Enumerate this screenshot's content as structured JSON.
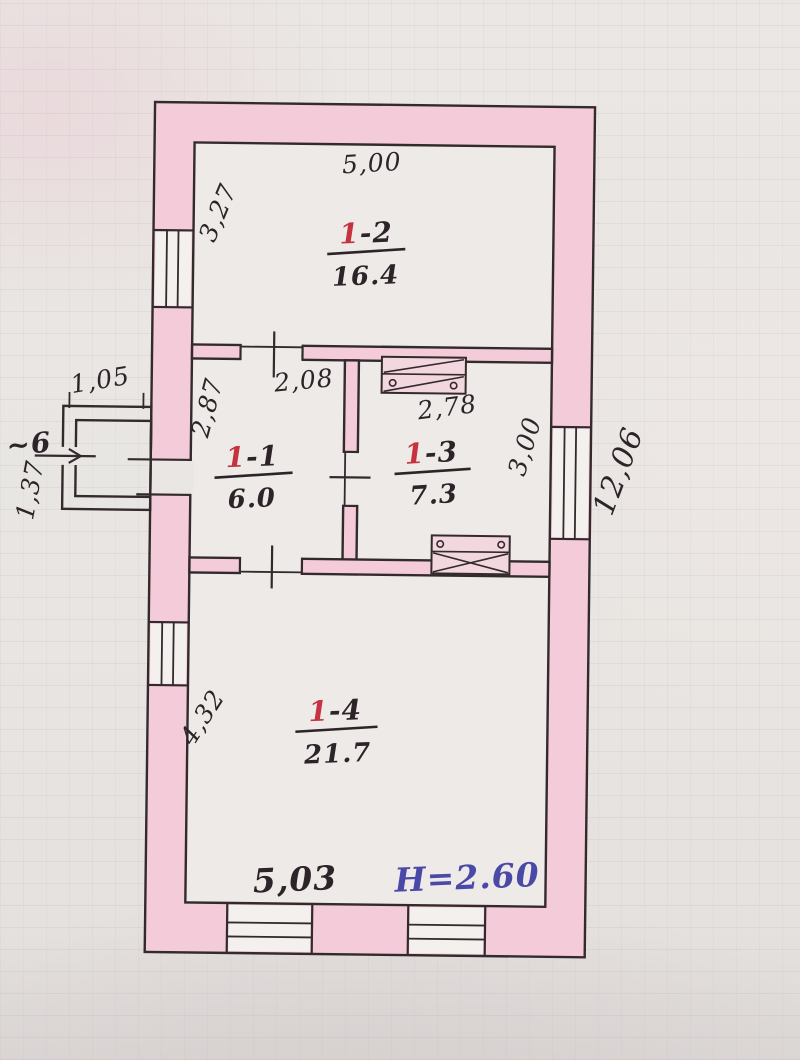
{
  "plan": {
    "rooms": {
      "r12": {
        "num_red": "1",
        "num_rest": "-2",
        "area": "16.4"
      },
      "r11": {
        "num_red": "1",
        "num_rest": "-1",
        "area": "6.0"
      },
      "r13": {
        "num_red": "1",
        "num_rest": "-3",
        "area": "7.3"
      },
      "r14": {
        "num_red": "1",
        "num_rest": "-4",
        "area": "21.7"
      }
    },
    "dimensions": {
      "top_width": "5,00",
      "r12_depth": "3,27",
      "r11_width": "2,08",
      "r11_depth": "2,87",
      "r13_width": "2,78",
      "r13_depth": "3,00",
      "side_length": "12,06",
      "porch_width": "1,05",
      "porch_depth": "1,37",
      "entrance_label": "~6",
      "r14_depth": "4,32",
      "bottom_width": "5,03",
      "ceiling_height": "H=2.60"
    },
    "colors": {
      "paper": "#e9e6e3",
      "wall_fill": "#f4cbd8",
      "ink": "#2d2429",
      "room_number_red": "#c4333f",
      "height_note_blue": "#4a49a8"
    }
  }
}
